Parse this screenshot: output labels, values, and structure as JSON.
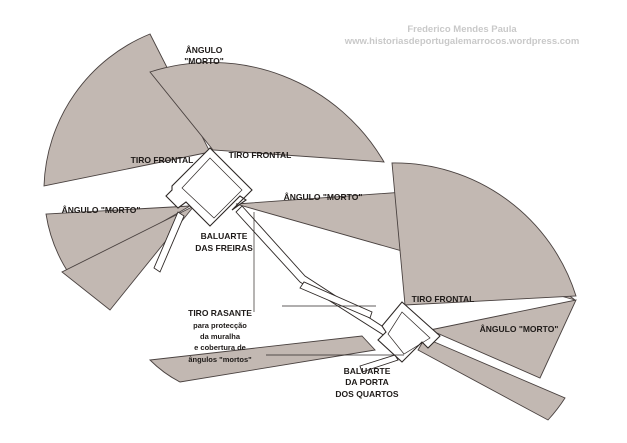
{
  "credit": {
    "author": "Frederico Mendes Paula",
    "website": "www.historiasdeportugalemarrocos.wordpress.com"
  },
  "labels": {
    "angulo_morto_top": [
      "ÂNGULO",
      "\"MORTO\""
    ],
    "tiro_frontal_left": "TIRO FRONTAL",
    "tiro_frontal_mid": "TIRO FRONTAL",
    "angulo_morto_left": "ÂNGULO \"MORTO\"",
    "angulo_morto_mid": "ÂNGULO \"MORTO\"",
    "baluarte_freiras": [
      "BALUARTE",
      "DAS FREIRAS"
    ],
    "tiro_frontal_right": "TIRO FRONTAL",
    "angulo_morto_right": "ÂNGULO \"MORTO\"",
    "tiro_rasante": {
      "title": "TIRO RASANTE",
      "lines": [
        "para protecção",
        "da muralha",
        "e cobertura de",
        "ângulos \"mortos\""
      ]
    },
    "baluarte_porta": [
      "BALUARTE",
      "DA PORTA",
      "DOS QUARTOS"
    ]
  },
  "colors": {
    "sector_fill": "#c2b8b2",
    "outline": "#2e2826",
    "credit_text": "#c9c9c9"
  }
}
